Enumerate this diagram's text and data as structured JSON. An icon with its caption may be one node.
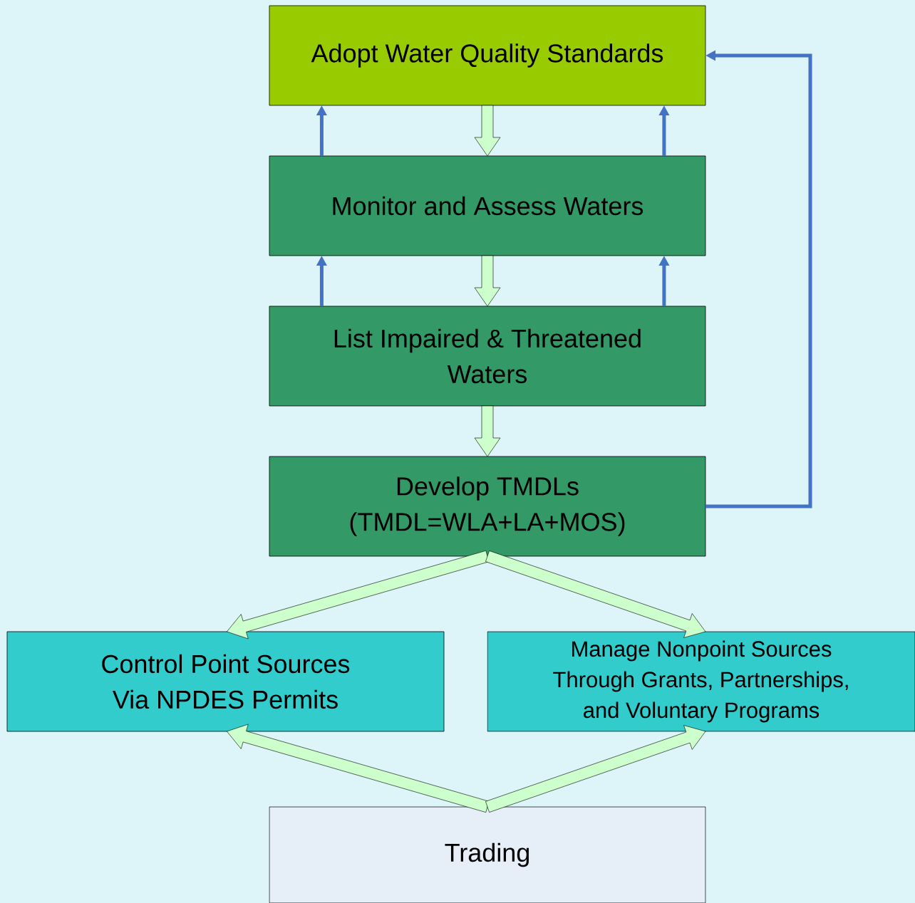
{
  "diagram": {
    "nodes": [
      {
        "text": [
          "Adopt Water Quality Standards"
        ]
      },
      {
        "text": [
          "Monitor and Assess Waters"
        ]
      },
      {
        "text": [
          "List Impaired & Threatened Waters"
        ]
      },
      {
        "text": [
          "Develop TMDLs",
          "(TMDL=WLA+LA+MOS)"
        ]
      },
      {
        "text": [
          "Control Point Sources Via NPDES Permits"
        ]
      },
      {
        "text": [
          "Manage Nonpoint Sources Through Grants, Partnerships, and Voluntary Programs"
        ]
      },
      {
        "text": [
          "Trading"
        ]
      }
    ],
    "edges": [
      {
        "from": 0,
        "to": 1,
        "arrow": "to"
      },
      {
        "from": 1,
        "to": 0,
        "arrow": "to",
        "color": "#4472c4"
      },
      {
        "from": 1,
        "to": 0,
        "arrow": "to",
        "color": "#4472c4"
      },
      {
        "from": 1,
        "to": 2,
        "arrow": "to"
      },
      {
        "from": 2,
        "to": 1,
        "arrow": "to",
        "color": "#4472c4"
      },
      {
        "from": 2,
        "to": 1,
        "arrow": "to",
        "color": "#4472c4"
      },
      {
        "from": 2,
        "to": 3,
        "arrow": "to"
      },
      {
        "from": 3,
        "to": 0,
        "arrow": "to",
        "color": "#4472c4"
      },
      {
        "from": 3,
        "to": 4,
        "arrow": "to"
      },
      {
        "from": 3,
        "to": 5,
        "arrow": "to"
      },
      {
        "from": 6,
        "to": 4,
        "arrow": "to"
      },
      {
        "from": 6,
        "to": 5,
        "arrow": "to"
      }
    ]
  }
}
